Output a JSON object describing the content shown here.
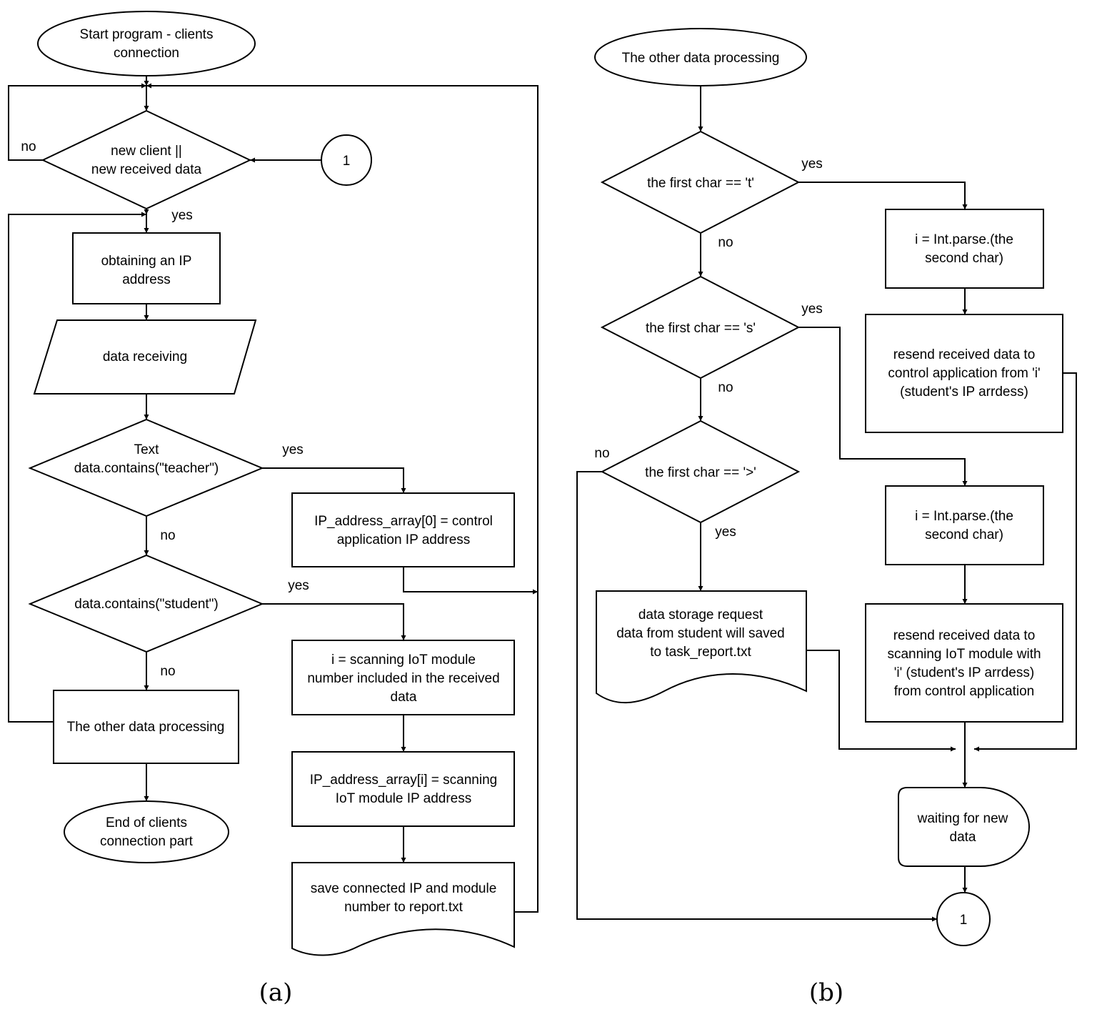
{
  "panel_a": {
    "label": "(a)",
    "start": [
      "Start program - clients",
      "connection"
    ],
    "decision_new": [
      "new client ||",
      "new received data"
    ],
    "connector": "1",
    "no_loop": "no",
    "yes_new": "yes",
    "obtain_ip": [
      "obtaining an IP",
      "address"
    ],
    "data_receiving": "data receiving",
    "decision_teacher": [
      "Text",
      "data.contains(\"teacher\")"
    ],
    "yes_teacher": "yes",
    "teacher_action": [
      "IP_address_array[0] = control",
      "application IP address"
    ],
    "no_teacher": "no",
    "decision_student": "data.contains(\"student\")",
    "yes_student": "yes",
    "student_i": [
      "i = scanning IoT module",
      "number included in the received",
      "data"
    ],
    "student_addr": [
      "IP_address_array[i] = scanning",
      "IoT module IP address"
    ],
    "save_report": [
      "save connected IP and module",
      "number to report.txt"
    ],
    "no_student": "no",
    "other_processing": "The other data processing",
    "end": [
      "End of clients",
      "connection part"
    ]
  },
  "panel_b": {
    "label": "(b)",
    "start": "The other data processing",
    "decision_t": "the first char == 't'",
    "yes_t": "yes",
    "no_t": "no",
    "parse_t": [
      "i = Int.parse.(the",
      "second char)"
    ],
    "resend_t": [
      "resend received data to",
      "control application from 'i'",
      "(student's IP arrdess)"
    ],
    "decision_s": "the first char == 's'",
    "yes_s": "yes",
    "no_s": "no",
    "decision_gt": "the first char == '>'",
    "no_gt": "no",
    "yes_gt": "yes",
    "parse_s": [
      "i = Int.parse.(the",
      "second char)"
    ],
    "resend_s": [
      "resend received data to",
      "scanning IoT module with",
      "'i'  (student's IP arrdess)",
      "from control application"
    ],
    "storage": [
      "data storage request",
      "data from student will saved",
      "to task_report.txt"
    ],
    "waiting": [
      "waiting for new",
      "data"
    ],
    "connector": "1"
  }
}
